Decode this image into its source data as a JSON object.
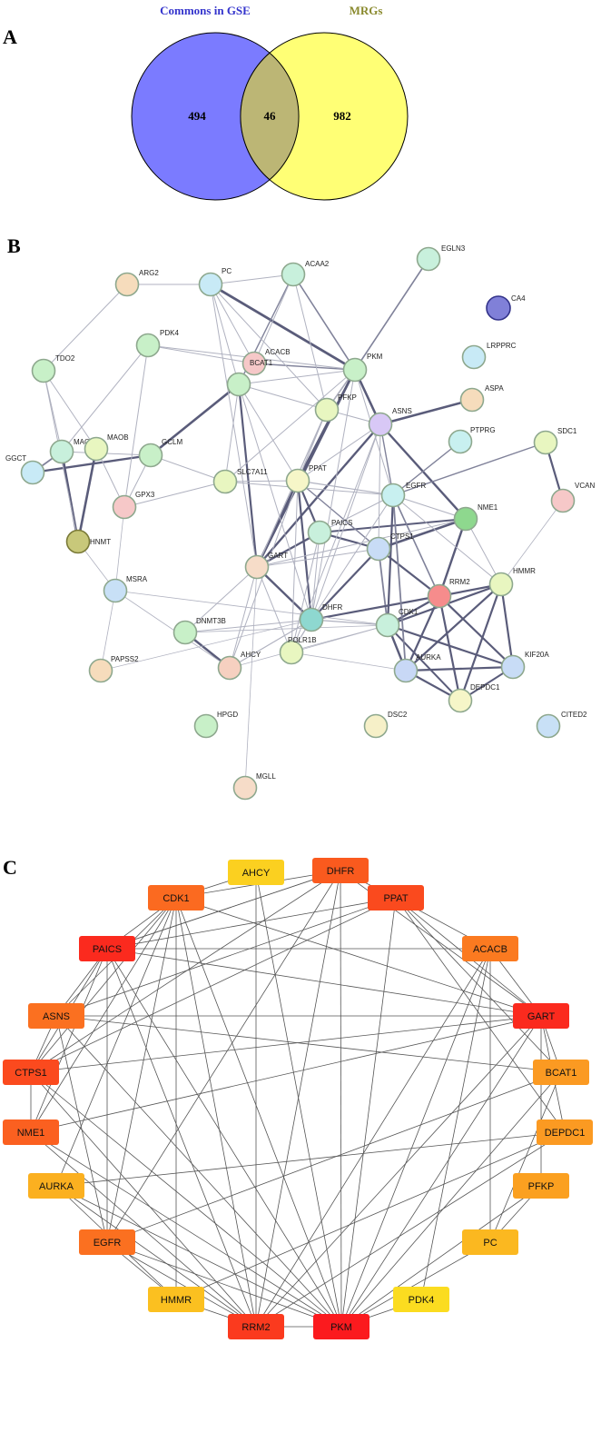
{
  "panels": {
    "a": "A",
    "b": "B",
    "c": "C"
  },
  "venn": {
    "left_title": "Commons in GSE",
    "right_title": "MRGs",
    "left_only": "494",
    "overlap": "46",
    "right_only": "982",
    "colors": {
      "left": "#7b7bff",
      "right": "#ffff75",
      "overlap": "#bcb675",
      "left_title": "#3333cc",
      "right_title": "#8a8a2e"
    }
  },
  "ppi_network": {
    "nodes": [
      {
        "id": "ARG2",
        "color": "#f6dcbc"
      },
      {
        "id": "PC",
        "color": "#c8eaf6"
      },
      {
        "id": "ACAA2",
        "color": "#c8f0dc"
      },
      {
        "id": "EGLN3",
        "color": "#c8f0dc"
      },
      {
        "id": "CA4",
        "color": "#8080d8"
      },
      {
        "id": "TDO2",
        "color": "#c8f0c8"
      },
      {
        "id": "PDK4",
        "color": "#c8f0c8"
      },
      {
        "id": "ACACB",
        "color": "#f6c8c8"
      },
      {
        "id": "BCAT1",
        "color": "#c8f0c8"
      },
      {
        "id": "PKM",
        "color": "#c8f0c8"
      },
      {
        "id": "LRPPRC",
        "color": "#c8eaf6"
      },
      {
        "id": "ASPA",
        "color": "#f6dcbc"
      },
      {
        "id": "PFKP",
        "color": "#e8f6c0"
      },
      {
        "id": "ASNS",
        "color": "#d8c8f6"
      },
      {
        "id": "MAOA",
        "color": "#c8f0dc"
      },
      {
        "id": "MAOB",
        "color": "#e8f6c0"
      },
      {
        "id": "GCLM",
        "color": "#c8f0c8"
      },
      {
        "id": "GGCT",
        "color": "#c8eaf6"
      },
      {
        "id": "PTPRG",
        "color": "#c8f0f0"
      },
      {
        "id": "SDC1",
        "color": "#e8f6c0"
      },
      {
        "id": "GPX3",
        "color": "#f6c8c8"
      },
      {
        "id": "SLC7A11",
        "color": "#e8f6c0"
      },
      {
        "id": "PPAT",
        "color": "#f6f6c8"
      },
      {
        "id": "EGFR",
        "color": "#c8f0f0"
      },
      {
        "id": "VCAN",
        "color": "#f6c8c8"
      },
      {
        "id": "HNMT",
        "color": "#c8c87a"
      },
      {
        "id": "PAICS",
        "color": "#c8f0dc"
      },
      {
        "id": "NME1",
        "color": "#8ed88e"
      },
      {
        "id": "CTPS1",
        "color": "#c8dcf6"
      },
      {
        "id": "GART",
        "color": "#f6dcc8"
      },
      {
        "id": "MSRA",
        "color": "#c8e0f6"
      },
      {
        "id": "RRM2",
        "color": "#f68c8c"
      },
      {
        "id": "HMMR",
        "color": "#e8f6c0"
      },
      {
        "id": "DHFR",
        "color": "#8ed8d0"
      },
      {
        "id": "CDK1",
        "color": "#c8f0dc"
      },
      {
        "id": "DNMT3B",
        "color": "#c8f0c8"
      },
      {
        "id": "POLR1B",
        "color": "#e8f6c0"
      },
      {
        "id": "PAPSS2",
        "color": "#f6dcbc"
      },
      {
        "id": "AHCY",
        "color": "#f6d0c0"
      },
      {
        "id": "AURKA",
        "color": "#c8d8f6"
      },
      {
        "id": "KIF20A",
        "color": "#c8dcf6"
      },
      {
        "id": "DEPDC1",
        "color": "#f6f6c8"
      },
      {
        "id": "HPGD",
        "color": "#c8f0c8"
      },
      {
        "id": "DSC2",
        "color": "#f6f0c8"
      },
      {
        "id": "CITED2",
        "color": "#c8e0f6"
      },
      {
        "id": "MGLL",
        "color": "#f6dcc8"
      }
    ]
  },
  "hub_network": {
    "nodes": [
      {
        "id": "AHCY",
        "color": "#fbd020"
      },
      {
        "id": "DHFR",
        "color": "#fa5a1e"
      },
      {
        "id": "PPAT",
        "color": "#fa4a1e"
      },
      {
        "id": "ACACB",
        "color": "#fb7a20"
      },
      {
        "id": "GART",
        "color": "#fb2a1e"
      },
      {
        "id": "BCAT1",
        "color": "#fb9a22"
      },
      {
        "id": "DEPDC1",
        "color": "#fb9a22"
      },
      {
        "id": "PFKP",
        "color": "#fba020"
      },
      {
        "id": "PC",
        "color": "#fbb820"
      },
      {
        "id": "PDK4",
        "color": "#fbdc20"
      },
      {
        "id": "PKM",
        "color": "#fb1a1e"
      },
      {
        "id": "RRM2",
        "color": "#fb3a1e"
      },
      {
        "id": "HMMR",
        "color": "#fbc020"
      },
      {
        "id": "EGFR",
        "color": "#fb7020"
      },
      {
        "id": "AURKA",
        "color": "#fbb020"
      },
      {
        "id": "NME1",
        "color": "#fb6020"
      },
      {
        "id": "CTPS1",
        "color": "#fb4a1e"
      },
      {
        "id": "ASNS",
        "color": "#fb7020"
      },
      {
        "id": "PAICS",
        "color": "#fb2a1e"
      },
      {
        "id": "CDK1",
        "color": "#fb6a20"
      }
    ]
  }
}
